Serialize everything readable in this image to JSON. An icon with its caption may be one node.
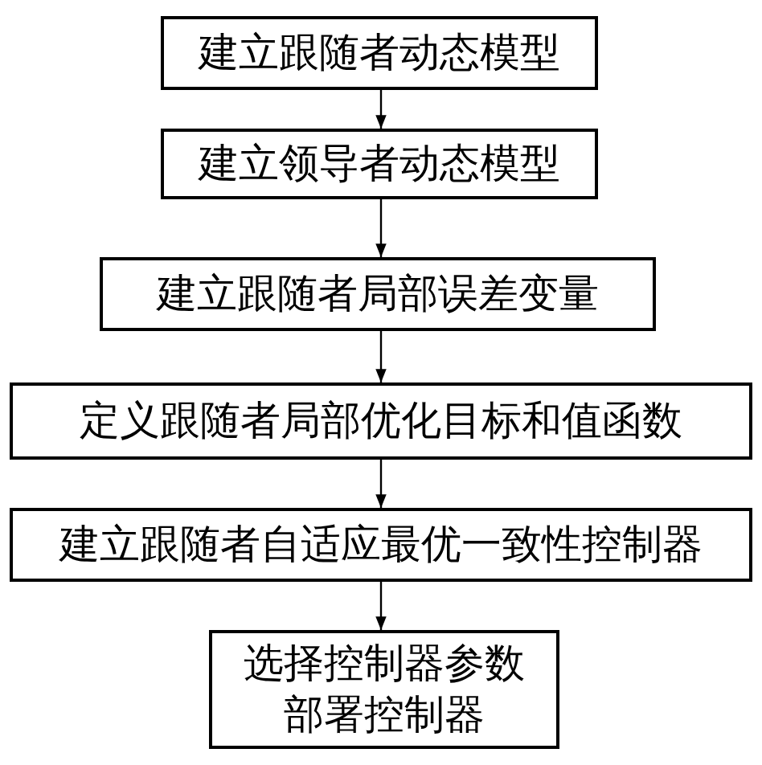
{
  "diagram": {
    "nodes": [
      {
        "text": [
          "建立跟随者动态模型"
        ]
      },
      {
        "text": [
          "建立领导者动态模型"
        ]
      },
      {
        "text": [
          "建立跟随者局部误差变量"
        ]
      },
      {
        "text": [
          "定义跟随者局部优化目标和值函数"
        ]
      },
      {
        "text": [
          "建立跟随者自适应最优一致性控制器"
        ]
      },
      {
        "text": [
          "选择控制器参数部署控制器"
        ]
      }
    ],
    "edges": [
      {
        "from": 0,
        "to": 1,
        "arrow": "to"
      },
      {
        "from": 1,
        "to": 2,
        "arrow": "to"
      },
      {
        "from": 2,
        "to": 3,
        "arrow": "to"
      },
      {
        "from": 3,
        "to": 4,
        "arrow": "to"
      },
      {
        "from": 4,
        "to": 5,
        "arrow": "to"
      }
    ]
  }
}
